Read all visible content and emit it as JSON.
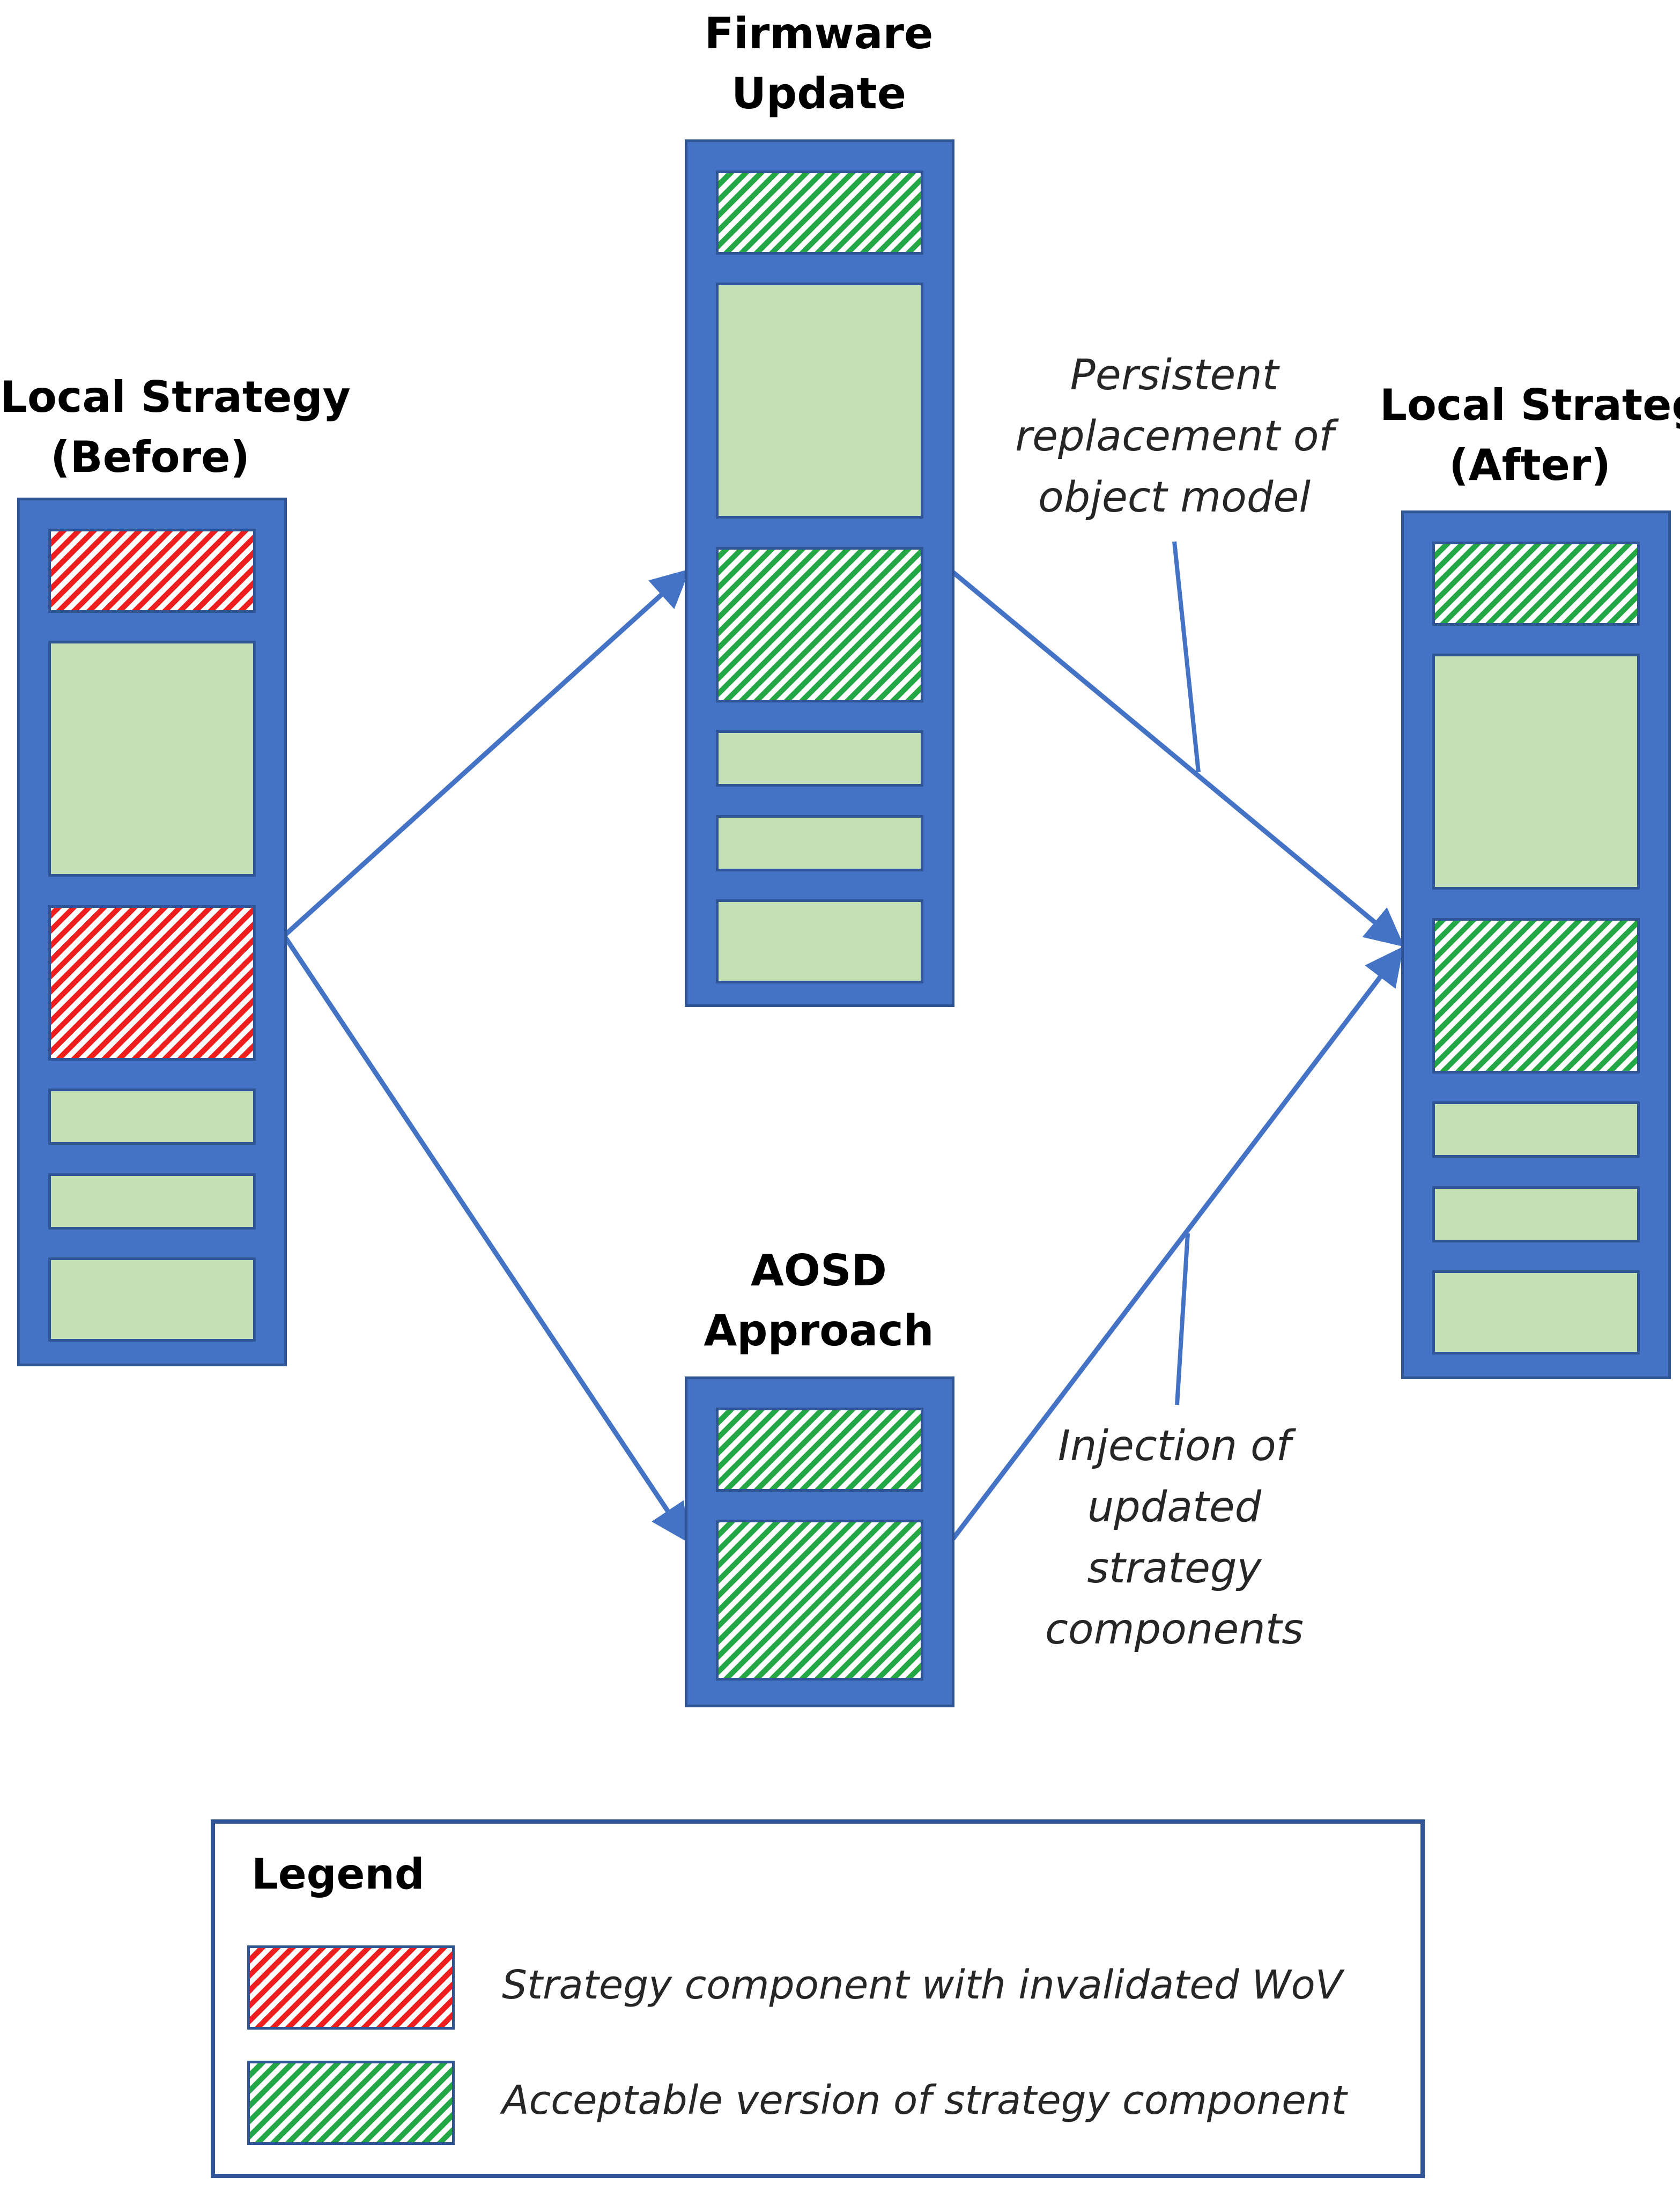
{
  "columns": [
    {
      "id": "before",
      "title_lines": [
        "Local Strategy",
        "(Before)"
      ],
      "components": [
        "invalid",
        "acceptable-plain",
        "invalid",
        "acceptable-plain",
        "acceptable-plain",
        "acceptable-plain"
      ]
    },
    {
      "id": "firmware",
      "title_lines": [
        "Firmware",
        "Update"
      ],
      "components": [
        "acceptable",
        "acceptable-plain",
        "acceptable",
        "acceptable-plain",
        "acceptable-plain",
        "acceptable-plain"
      ]
    },
    {
      "id": "aosd",
      "title_lines": [
        "AOSD",
        "Approach"
      ],
      "components": [
        "acceptable",
        "acceptable"
      ]
    },
    {
      "id": "after",
      "title_lines": [
        "Local Strategy",
        "(After)"
      ],
      "components": [
        "acceptable",
        "acceptable-plain",
        "acceptable",
        "acceptable-plain",
        "acceptable-plain",
        "acceptable-plain"
      ]
    }
  ],
  "annotations": {
    "persistent_lines": [
      "Persistent",
      "replacement of",
      "object model"
    ],
    "injection_lines": [
      "Injection of",
      "updated",
      "strategy",
      "components"
    ]
  },
  "legend": {
    "title": "Legend",
    "items": [
      {
        "swatch": "invalid",
        "label": "Strategy component with invalidated WoV"
      },
      {
        "swatch": "acceptable",
        "label": "Acceptable version of strategy component"
      }
    ]
  },
  "colors": {
    "stack_fill": "#4472C4",
    "stack_border": "#2F5597",
    "component_fill": "#C5E0B4",
    "hatch_green": "#23A646",
    "hatch_red": "#EE1E1E",
    "arrow": "#4472C4"
  }
}
